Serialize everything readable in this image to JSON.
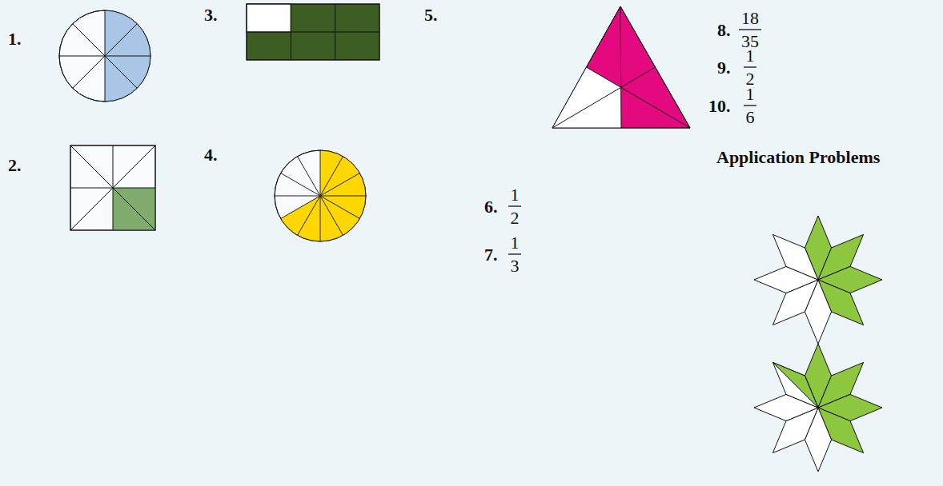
{
  "diagram": {
    "labels": [
      "1.",
      "3.",
      "5.",
      "8.",
      "18",
      "35",
      "9.",
      "1",
      "2",
      "10.",
      "1",
      "6",
      "Application Problems",
      "2.",
      "4.",
      "6.",
      "1",
      "2",
      "7.",
      "1",
      "3"
    ]
  }
}
